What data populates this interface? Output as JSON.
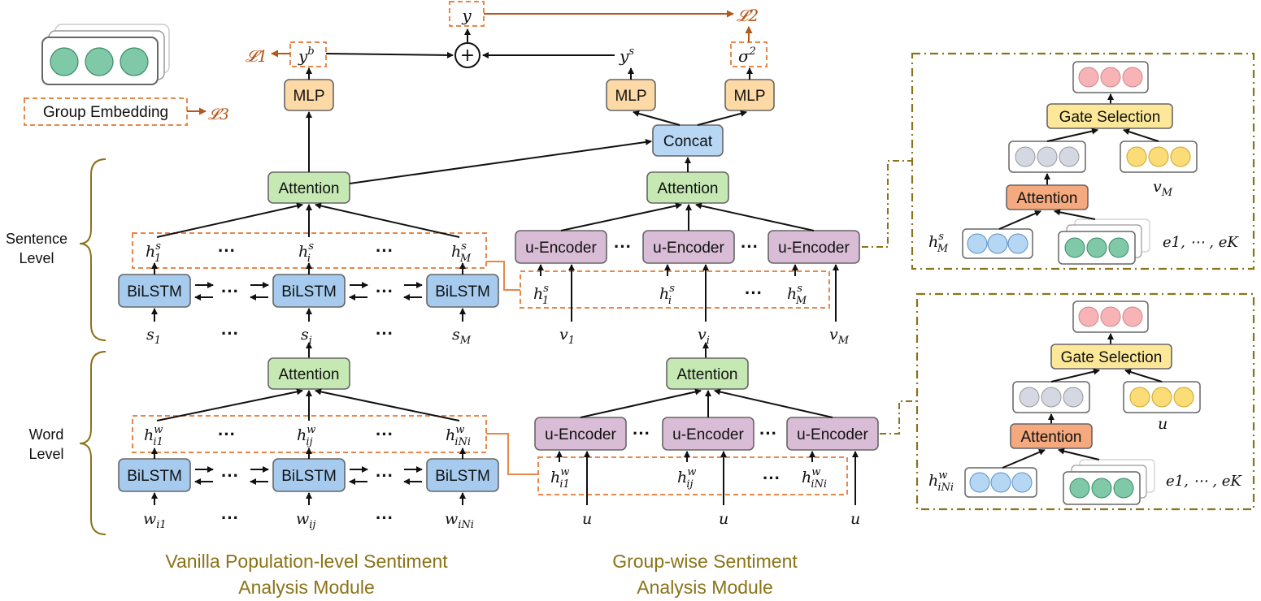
{
  "boxes": {
    "mlp": "MLP",
    "concat": "Concat",
    "attention": "Attention",
    "bilstm": "BiLSTM",
    "u_encoder": "u-Encoder",
    "gate_selection": "Gate Selection"
  },
  "legend": {
    "group_embedding": "Group Embedding"
  },
  "levels": {
    "sentence_1": "Sentence",
    "sentence_2": "Level",
    "word_1": "Word",
    "word_2": "Level"
  },
  "losses": {
    "l1": "𝓛1",
    "l2": "𝓛2",
    "l3": "𝓛3"
  },
  "symbols": {
    "y": "y",
    "yb": "y",
    "yb_sup": "b",
    "ys": "y",
    "ys_sup": "s",
    "sigma": "σ",
    "sigma_sup": "2",
    "plus": "+",
    "s1": "s",
    "s1_sub": "1",
    "si": "s",
    "si_sub": "i",
    "sM": "s",
    "sM_sub": "M",
    "v1": "v",
    "v1_sub": "1",
    "vi": "v",
    "vi_sub": "i",
    "vM": "v",
    "vM_sub": "M",
    "w1": "w",
    "w1_sub": "i1",
    "wj": "w",
    "wj_sub": "ij",
    "wN": "w",
    "wN_sub": "iNi",
    "u": "u",
    "e_list": "e1, ⋯ , eK",
    "hs": "h",
    "hs_sup": "s",
    "hw": "w",
    "sub_1": "1",
    "sub_i": "i",
    "sub_M": "M",
    "sub_i1": "i1",
    "sub_ij": "ij",
    "sub_iNi": "iNi",
    "ellipsis": "···",
    "ellipsis2": "⋯"
  },
  "captions": {
    "left_1": "Vanilla Population-level Sentiment",
    "left_2": "Analysis Module",
    "right_1": "Group-wise Sentiment",
    "right_2": "Analysis Module"
  },
  "colors": {
    "mlp": "#fdd9a6",
    "concat": "#b7d7f4",
    "attention": "#c6e9b4",
    "bilstm": "#a6cbee",
    "u_encoder": "#d9bcd5",
    "gate": "#fde89a",
    "attention_orange": "#f5a97e",
    "dashed_orange": "#e8874a",
    "olive": "#8a7318"
  }
}
